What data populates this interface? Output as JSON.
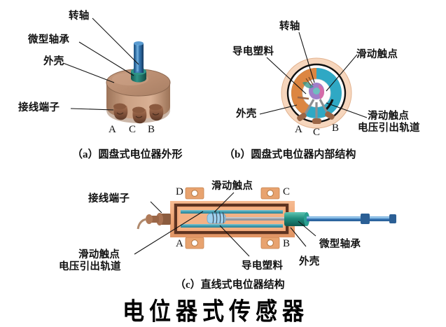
{
  "document": {
    "title": "电位器式传感器",
    "type": "technical-illustration"
  },
  "panels": [
    {
      "id": "a",
      "caption": "（a）圆盘式电位器外形",
      "labels": [
        {
          "name": "rotating-shaft",
          "text": "转轴"
        },
        {
          "name": "miniature-bearing",
          "text": "微型轴承"
        },
        {
          "name": "housing",
          "text": "外壳"
        },
        {
          "name": "wiring-terminal",
          "text": "接线端子"
        }
      ],
      "terminals": [
        "A",
        "C",
        "B"
      ]
    },
    {
      "id": "b",
      "caption": "（b）圆盘式电位器内部结构",
      "labels": [
        {
          "name": "rotating-shaft",
          "text": "转轴"
        },
        {
          "name": "conductive-plastic",
          "text": "导电塑料"
        },
        {
          "name": "sliding-contact",
          "text": "滑动触点"
        },
        {
          "name": "housing",
          "text": "外壳"
        },
        {
          "name": "sliding-contact-voltage-track-line1",
          "text": "滑动触点"
        },
        {
          "name": "sliding-contact-voltage-track-line2",
          "text": "电压引出轨道"
        }
      ],
      "terminals": [
        "A",
        "C",
        "B"
      ]
    },
    {
      "id": "c",
      "caption": "（c）直线式电位器结构",
      "labels": [
        {
          "name": "wiring-terminal",
          "text": "接线端子"
        },
        {
          "name": "sliding-contact",
          "text": "滑动触点"
        },
        {
          "name": "sliding-contact-voltage-track-line1",
          "text": "滑动触点"
        },
        {
          "name": "sliding-contact-voltage-track-line2",
          "text": "电压引出轨道"
        },
        {
          "name": "miniature-bearing",
          "text": "微型轴承"
        },
        {
          "name": "housing",
          "text": "外壳"
        },
        {
          "name": "conductive-plastic",
          "text": "导电塑料"
        }
      ],
      "terminals": [
        "D",
        "C",
        "A",
        "B"
      ]
    }
  ],
  "colors": {
    "body_tan": "#b88c70",
    "body_tan_light": "#d6a98c",
    "body_tan_dark": "#8d6850",
    "shaft_blue": "#2f6ea8",
    "shaft_blue_dark": "#1d4d7d",
    "bearing_teal": "#1f7d72",
    "housing_peach": "#f3cdb2",
    "ring_cyan": "#2fa8c4",
    "plastic_orange": "#e08a45",
    "center_purple": "#8f6fbf",
    "center_pink": "#d46ba8",
    "linear_body": "#f0a878",
    "linear_cavity": "#6b3a22",
    "rail_teal": "#4fa8b8",
    "terminal_brown": "#9a6647",
    "wiper_blue": "#9fd0ee",
    "rod_blue": "#3f7fbf",
    "outline": "#111111"
  }
}
